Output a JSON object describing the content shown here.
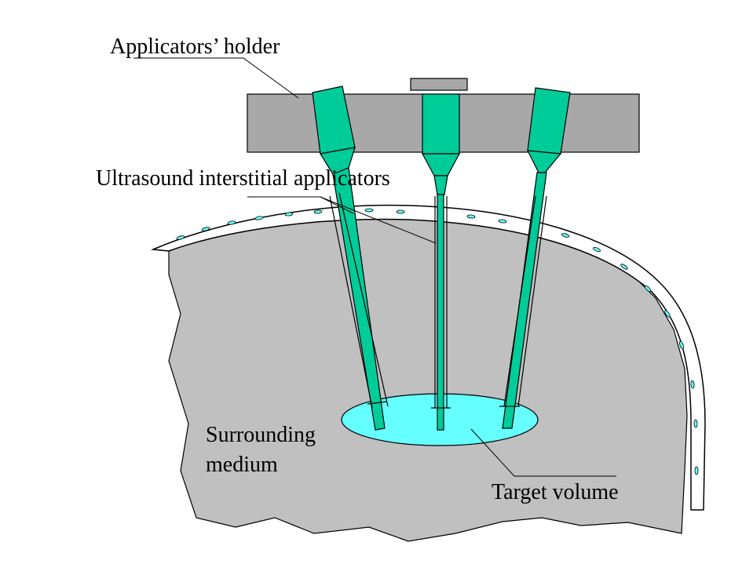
{
  "labels": {
    "holder": "Applicators’ holder",
    "applicators": "Ultrasound interstitial applicators",
    "medium_line1": "Surrounding",
    "medium_line2": "medium",
    "target": "Target volume"
  },
  "colors": {
    "medium": "#c0c0c0",
    "holder": "#a8a8a8",
    "applicator": "#00cc99",
    "target": "#66ffff",
    "outline": "#000000"
  }
}
